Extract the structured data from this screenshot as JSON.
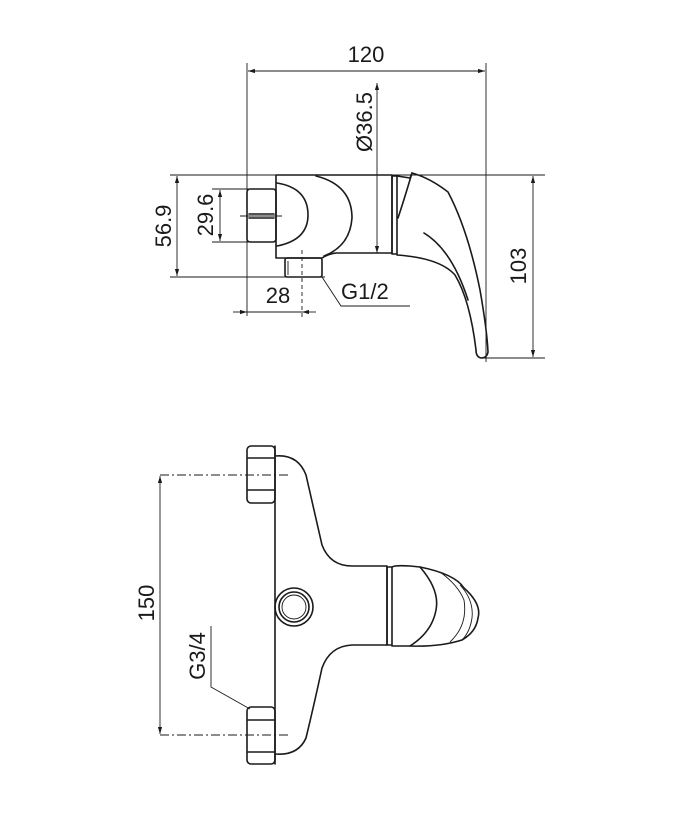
{
  "side_view": {
    "dimensions": {
      "overall_width": "120",
      "body_diameter": "Ø36.5",
      "body_height": "56.9",
      "nut_height": "29.6",
      "outlet_offset": "28",
      "outlet_thread": "G1/2",
      "overall_height": "103"
    }
  },
  "front_view": {
    "dimensions": {
      "inlet_spacing": "150",
      "inlet_thread": "G3/4"
    }
  }
}
